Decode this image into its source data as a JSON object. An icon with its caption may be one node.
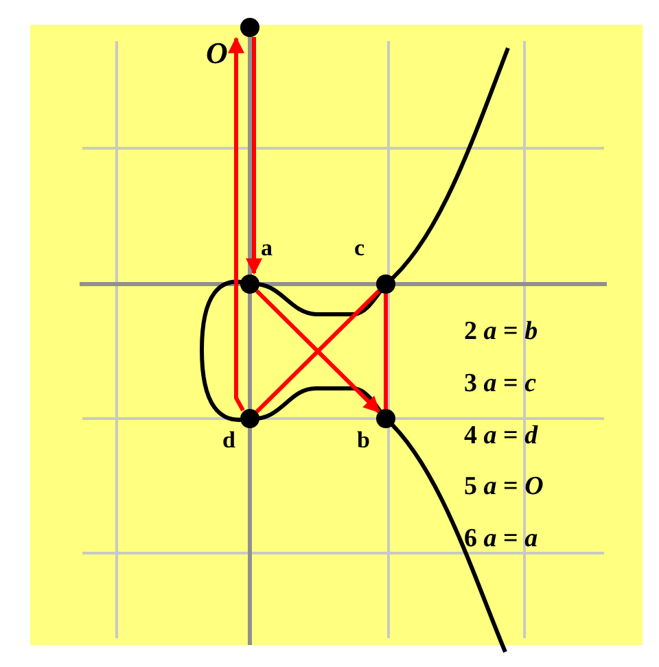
{
  "diagram": {
    "nodes": [
      {
        "text": [],
        "shape": "circle",
        "beside": [
          "O"
        ]
      },
      {
        "text": [],
        "shape": "circle",
        "beside": [
          "a"
        ]
      },
      {
        "text": [],
        "shape": "circle",
        "beside": [
          "c"
        ]
      },
      {
        "text": [],
        "shape": "circle",
        "beside": [
          "d"
        ]
      },
      {
        "text": [],
        "shape": "circle",
        "beside": [
          "b"
        ]
      }
    ],
    "edges": [
      {
        "from": 0,
        "to": 1,
        "arrow": "to",
        "color": "#ff0000"
      },
      {
        "from": 1,
        "to": 4,
        "arrow": "to",
        "color": "#ff0000"
      },
      {
        "from": 4,
        "to": 2,
        "arrow": "none",
        "color": "#ff0000"
      },
      {
        "from": 2,
        "to": 3,
        "arrow": "none",
        "color": "#ff0000"
      },
      {
        "from": 3,
        "to": 0,
        "arrow": "to",
        "color": "#ff0000"
      }
    ],
    "labels": [
      "2 *a* = *b*",
      "3 *a* = *c*",
      "4 *a* = *d*",
      "5 *a* = *O*",
      "6 *a* = *a*"
    ]
  }
}
